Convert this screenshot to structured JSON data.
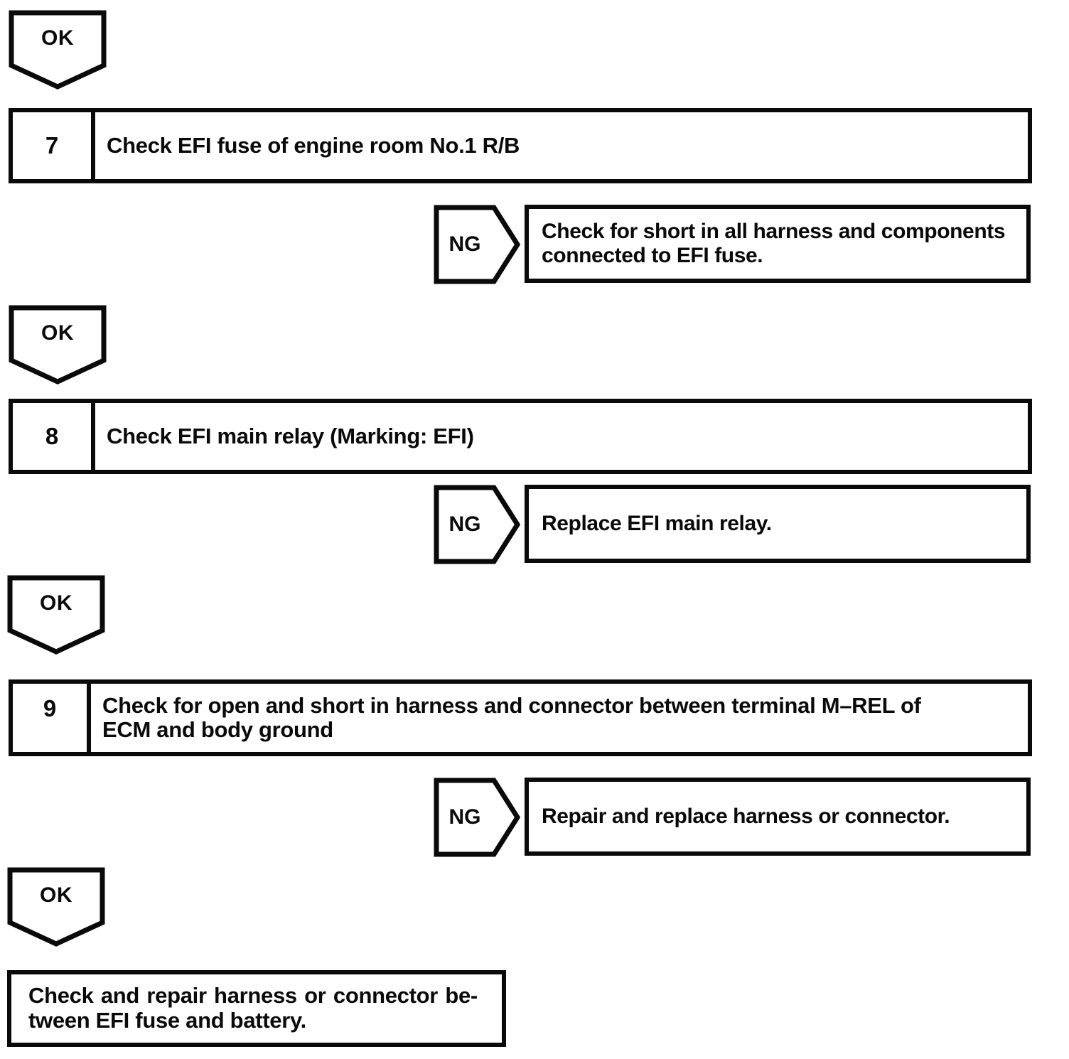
{
  "flowchart": {
    "ok_label": "OK",
    "ng_label": "NG",
    "steps": [
      {
        "number": "7",
        "title": "Check EFI fuse of engine room No.1 R/B",
        "ng_action_line1": "Check for short in all harness and components",
        "ng_action_line2": "connected to EFI fuse."
      },
      {
        "number": "8",
        "title": "Check EFI main relay (Marking: EFI)",
        "ng_action_line1": "Replace EFI main relay."
      },
      {
        "number": "9",
        "title_line1": "Check for open and short in harness and connector between terminal M–REL of",
        "title_line2": "ECM and body ground",
        "ng_action_line1": "Repair and replace harness or connector."
      }
    ],
    "final_box": {
      "line1": "Check and repair harness or connector be-",
      "line2": "tween EFI fuse and battery."
    }
  }
}
